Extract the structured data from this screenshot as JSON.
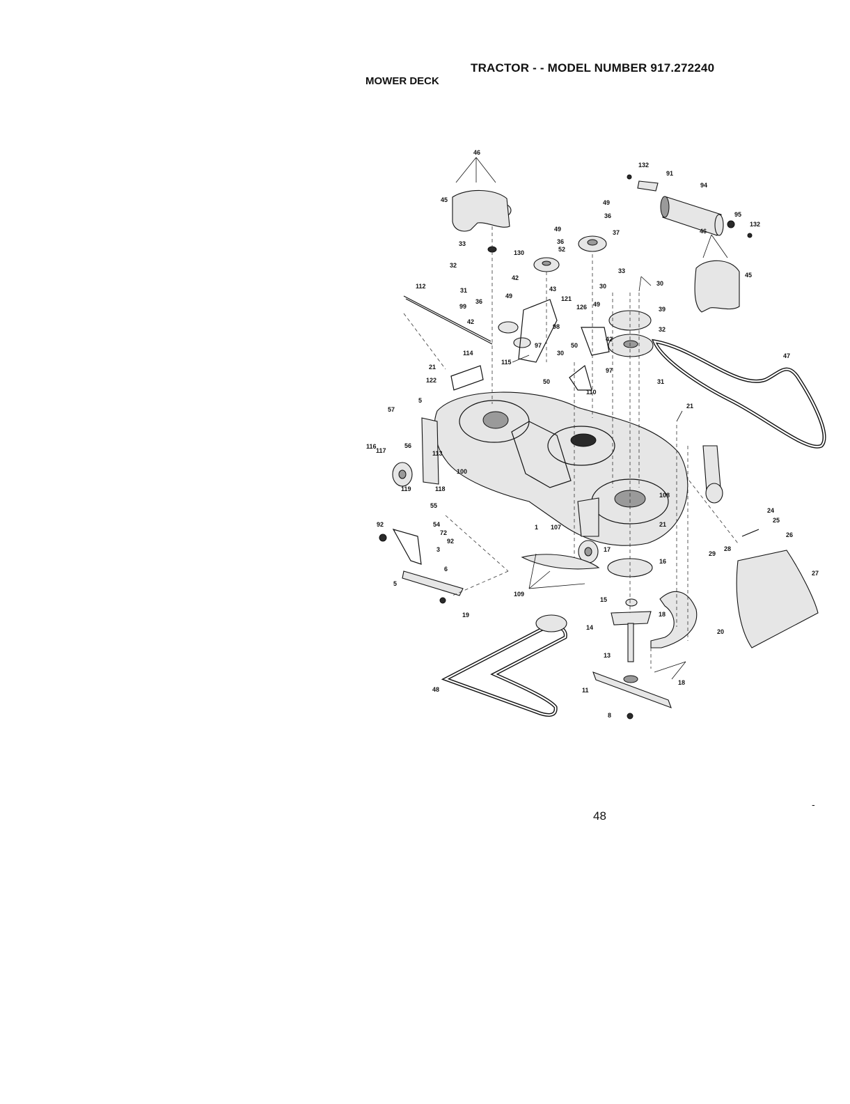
{
  "header": {
    "title": "TRACTOR - - MODEL NUMBER 917.272240",
    "section": "MOWER DECK"
  },
  "footer": {
    "page_number": "48",
    "tick": "-"
  },
  "callouts": [
    "46",
    "132",
    "91",
    "94",
    "95",
    "132",
    "46",
    "45",
    "45",
    "49",
    "36",
    "37",
    "49",
    "36",
    "52",
    "33",
    "130",
    "32",
    "42",
    "43",
    "33",
    "30",
    "30",
    "31",
    "49",
    "112",
    "36",
    "121",
    "126",
    "49",
    "39",
    "99",
    "42",
    "98",
    "42",
    "32",
    "97",
    "50",
    "97",
    "30",
    "114",
    "115",
    "50",
    "110",
    "31",
    "21",
    "122",
    "47",
    "5",
    "57",
    "21",
    "56",
    "116",
    "117",
    "113",
    "100",
    "119",
    "118",
    "108",
    "55",
    "92",
    "54",
    "72",
    "92",
    "3",
    "1",
    "107",
    "21",
    "24",
    "25",
    "26",
    "17",
    "16",
    "28",
    "29",
    "27",
    "5",
    "6",
    "109",
    "15",
    "18",
    "14",
    "20",
    "19",
    "13",
    "18",
    "48",
    "11",
    "8"
  ]
}
